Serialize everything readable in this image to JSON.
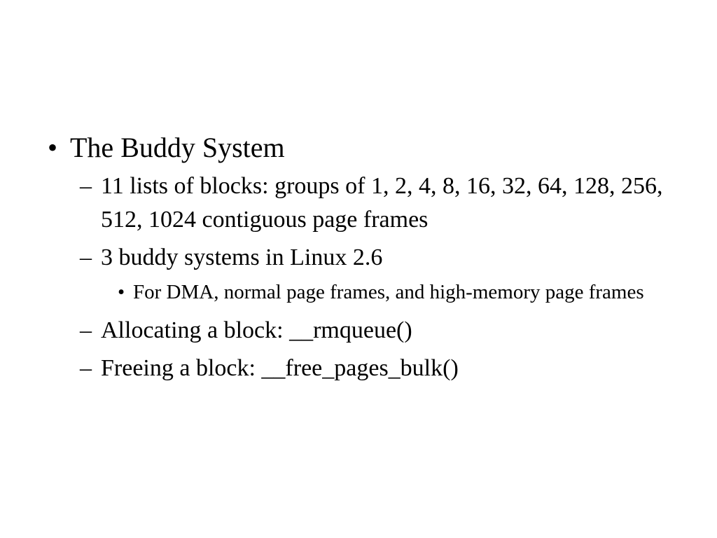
{
  "slide": {
    "bullets": [
      {
        "marker": "•",
        "text": "The Buddy System",
        "children": [
          {
            "marker": "–",
            "text": "11 lists of blocks: groups of 1, 2, 4, 8, 16, 32, 64, 128, 256, 512, 1024 contiguous page frames"
          },
          {
            "marker": "–",
            "text": "3 buddy systems in Linux 2.6",
            "children": [
              {
                "marker": "•",
                "text": "For DMA, normal page frames, and high-memory page frames"
              }
            ]
          },
          {
            "marker": "–",
            "text": "Allocating a block: __rmqueue()"
          },
          {
            "marker": "–",
            "text": "Freeing a block: __free_pages_bulk()"
          }
        ]
      }
    ]
  }
}
